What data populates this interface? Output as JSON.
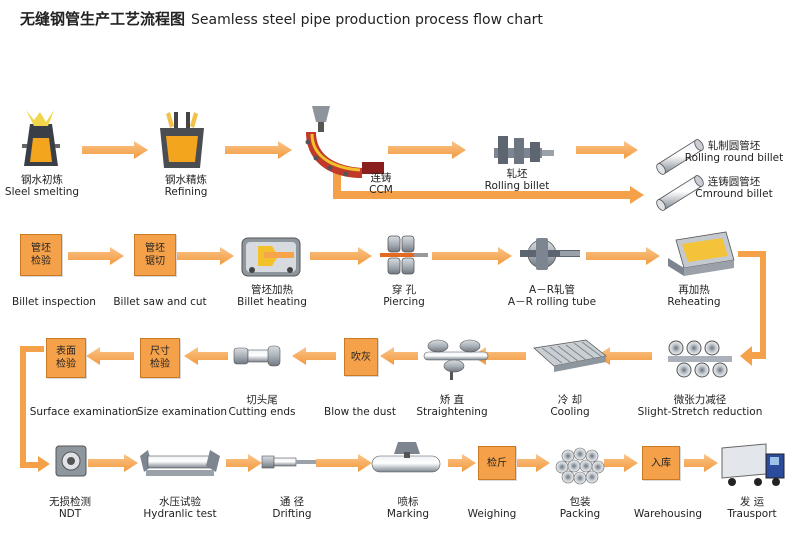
{
  "title": {
    "cn": "无缝钢管生产工艺流程图",
    "en": "Seamless steel pipe production process flow chart"
  },
  "colors": {
    "arrow": "#f6a54c",
    "box": "#f5a14a",
    "blue": "#4a5b9a",
    "gray": "#9aa1a8"
  },
  "steps": {
    "steel_smelting": {
      "cn": "钢水初炼",
      "en": "Sleel smelting",
      "icon": "converter-icon"
    },
    "refining": {
      "cn": "钢水精炼",
      "en": "Refining",
      "icon": "ladle-icon"
    },
    "ccm": {
      "cn": "连铸",
      "en": "CCM",
      "icon": "continuous-caster-icon"
    },
    "rolling_billet": {
      "cn": "轧坯",
      "en": "Rolling billet",
      "icon": "rolling-mill-icon"
    },
    "rolling_round_billet": {
      "cn": "轧制圆管坯",
      "en": "Rolling round billet",
      "icon": "round-billet-icon"
    },
    "cmround_billet": {
      "cn": "连铸圆管坯",
      "en": "Cmround billet",
      "icon": "round-billet-icon"
    },
    "billet_inspection": {
      "box": "管坯\n检验",
      "en": "Billet inspection"
    },
    "billet_saw": {
      "box": "管坯\n锯切",
      "en": "Billet saw and cut"
    },
    "billet_heating": {
      "cn": "管坯加热",
      "en": "Billet heating",
      "icon": "furnace-icon"
    },
    "piercing": {
      "cn": "穿 孔",
      "en": "Piercing",
      "icon": "piercer-icon"
    },
    "ar_rolling": {
      "cn": "A－R轧管",
      "en": "A－R rolling tube",
      "icon": "rolling-tube-icon"
    },
    "reheating": {
      "cn": "再加热",
      "en": "Reheating",
      "icon": "reheating-furnace-icon"
    },
    "surface_exam": {
      "box": "表面\n检验",
      "en": "Surface examination"
    },
    "size_exam": {
      "box": "尺寸\n检验",
      "en": "Size examination"
    },
    "cutting_ends": {
      "cn": "切头尾",
      "en": "Cutting ends",
      "icon": "cutting-icon"
    },
    "blow_dust": {
      "box": "吹灰",
      "en": "Blow the dust"
    },
    "straightening": {
      "cn": "矫 直",
      "en": "Straightening",
      "icon": "straightener-icon"
    },
    "cooling": {
      "cn": "冷 却",
      "en": "Cooling",
      "icon": "cooling-bed-icon"
    },
    "stretch_reduction": {
      "cn": "微张力减径",
      "en": "Slight-Stretch reduction",
      "icon": "rollers-icon"
    },
    "ndt": {
      "cn": "无损检测",
      "en": "NDT",
      "icon": "ndt-icon"
    },
    "hydraulic_test": {
      "cn": "水压试验",
      "en": "Hydranlic test",
      "icon": "hydraulic-icon"
    },
    "drifting": {
      "cn": "通 径",
      "en": "Drifting",
      "icon": "drift-icon"
    },
    "marking": {
      "cn": "喷标",
      "en": "Marking",
      "icon": "marking-icon"
    },
    "weighing": {
      "box": "检斤",
      "en": "Weighing"
    },
    "packing": {
      "cn": "包装",
      "en": "Packing",
      "icon": "bundle-icon"
    },
    "warehousing": {
      "box": "入库",
      "en": "Warehousing"
    },
    "transport": {
      "cn": "发 运",
      "en": "Trausport",
      "icon": "truck-icon"
    }
  }
}
